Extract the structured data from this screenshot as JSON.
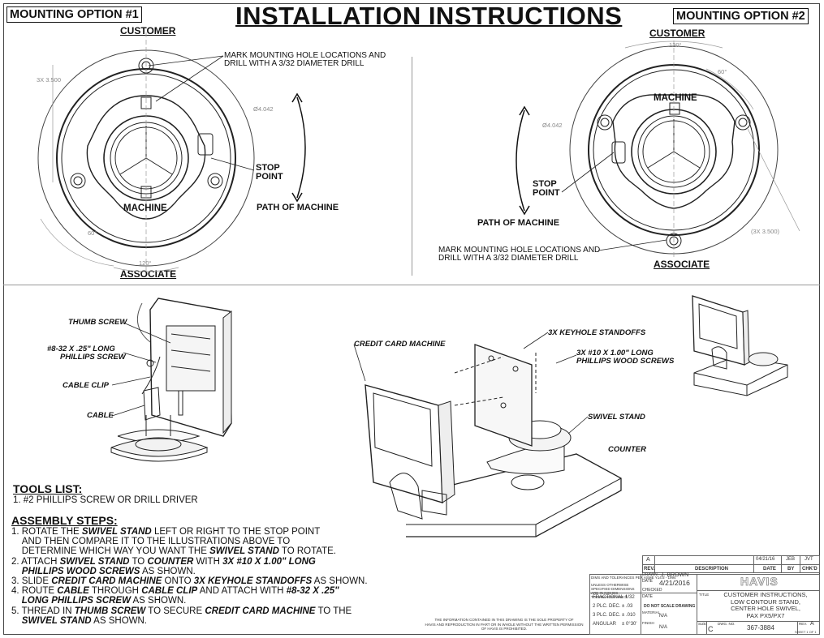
{
  "title": "INSTALLATION INSTRUCTIONS",
  "option1": {
    "heading": "MOUNTING OPTION #1",
    "top_label": "CUSTOMER",
    "bottom_label": "ASSOCIATE",
    "machine_label": "MACHINE",
    "note_line1": "MARK MOUNTING HOLE LOCATIONS AND",
    "note_line2": "DRILL WITH A 3/32 DIAMETER DRILL",
    "stop_line1": "STOP",
    "stop_line2": "POINT",
    "path": "PATH OF MACHINE",
    "dim_diameter": "Ø4.042",
    "dim_bolt": "3X 3.500",
    "dim_angle60": "60°",
    "dim_angle120": "120°"
  },
  "option2": {
    "heading": "MOUNTING OPTION #2",
    "top_label": "CUSTOMER",
    "bottom_label": "ASSOCIATE",
    "machine_label": "MACHINE",
    "note_line1": "MARK MOUNTING HOLE LOCATIONS AND",
    "note_line2": "DRILL WITH A 3/32 DIAMETER DRILL",
    "stop_line1": "STOP",
    "stop_line2": "POINT",
    "path": "PATH OF MACHINE",
    "dim_diameter": "Ø4.042",
    "dim_bolt": "(3X 3.500)",
    "dim_angle60": "60°",
    "dim_angle120": "120°"
  },
  "side_view": {
    "thumb_screw": "THUMB SCREW",
    "phillips_line1": "#8-32 X .25\" LONG",
    "phillips_line2": "PHILLIPS SCREW",
    "cable_clip": "CABLE CLIP",
    "cable": "CABLE"
  },
  "exploded_view": {
    "credit_card_machine": "CREDIT CARD MACHINE",
    "keyhole_standoffs": "3X KEYHOLE STANDOFFS",
    "wood_screws_line1": "3X #10 X 1.00\" LONG",
    "wood_screws_line2": "PHILLIPS WOOD SCREWS",
    "swivel_stand": "SWIVEL STAND",
    "counter": "COUNTER"
  },
  "tools": {
    "heading": "TOOLS LIST:",
    "item1": "1. #2 PHILLIPS SCREW OR DRILL DRIVER"
  },
  "assembly": {
    "heading": "ASSEMBLY STEPS:",
    "s1a": "1. ROTATE THE ",
    "s1b": "SWIVEL STAND",
    "s1c": " LEFT OR RIGHT TO THE STOP POINT",
    "s1d": "AND THEN COMPARE IT TO THE ILLUSTRATIONS ABOVE TO",
    "s1e": "DETERMINE WHICH WAY YOU WANT THE ",
    "s1f": "SWIVEL STAND",
    "s1g": " TO ROTATE.",
    "s2a": "2. ATTACH ",
    "s2b": "SWIVEL STAND",
    "s2c": " TO ",
    "s2d": "COUNTER",
    "s2e": " WITH ",
    "s2f": "3X #10 X 1.00\" LONG",
    "s2g": "PHILLIPS WOOD SCREWS",
    "s2h": " AS SHOWN.",
    "s3a": "3. SLIDE ",
    "s3b": "CREDIT CARD MACHINE",
    "s3c": " ONTO ",
    "s3d": "3X KEYHOLE STANDOFFS",
    "s3e": " AS SHOWN.",
    "s4a": "4. ROUTE ",
    "s4b": "CABLE",
    "s4c": " THROUGH ",
    "s4d": "CABLE CLIP",
    "s4e": " AND ATTACH WITH ",
    "s4f": "#8-32 X .25\"",
    "s4g": "LONG PHILLIPS SCREW",
    "s4h": " AS SHOWN.",
    "s5a": "5. THREAD IN ",
    "s5b": "THUMB SCREW",
    "s5c": " TO SECURE ",
    "s5d": "CREDIT CARD MACHINE",
    "s5e": " TO THE",
    "s5f": "SWIVEL STAND",
    "s5g": " AS SHOWN."
  },
  "title_block": {
    "rev_letter": "A",
    "rev_date": "04/21/16",
    "rev_by1": "JEB",
    "rev_by2": "JVT",
    "col_rev": "REV.",
    "col_desc": "DESCRIPTION",
    "col_date": "DATE",
    "col_by": "BY",
    "col_chkd": "CHK'D",
    "dims_note": "DIMS AND TOLERANCES PER ASME Y14.5 - 1994",
    "unless_note": "UNLESS OTHERWISE SPECIFIED DIMENSIONS ARE IN INCHES TOLERANCES ARE:",
    "drawn_lbl": "DRAWN",
    "drawn_by": "J. BROWN",
    "date_lbl": "DATE",
    "drawn_date": "4/21/2016",
    "checked_lbl": "CHECKED",
    "fractional": "FRACTIONAL ±",
    "fractional_val": "1/32",
    "dec2": "2 PLC. DEC.",
    "dec2_val": "± .03",
    "dec3": "3 PLC. DEC.",
    "dec3_val": "± .010",
    "angular": "ANGULAR",
    "angular_val": "± 0°30'",
    "do_not_scale": "DO NOT SCALE DRAWING",
    "material_lbl": "MATERIAL",
    "material": "N/A",
    "finish_lbl": "FINISH",
    "finish": "N/A",
    "company": "HAVIS",
    "title_lbl": "TITLE",
    "title_line1": "CUSTOMER INSTRUCTIONS,",
    "title_line2": "LOW CONTOUR STAND,",
    "title_line3": "CENTER HOLE SWIVEL,",
    "title_line4": "PAX PX5/PX7",
    "size_lbl": "SIZE",
    "size": "C",
    "dwg_lbl": "DWG. NO.",
    "dwg_no": "367-3884",
    "rev_lbl": "REV.",
    "rev": "A",
    "sheet": "SHEET 1 OF 1",
    "proprietary1": "THE INFORMATION CONTAINED IN THIS DRAWING IS THE SOLE PROPERTY OF",
    "proprietary2": "HAVIS AND REPRODUCTION IN PART OR IN WHOLE WITHOUT THE WRITTEN PERMISSION",
    "proprietary3": "OF HAVIS IS PROHIBITED."
  }
}
